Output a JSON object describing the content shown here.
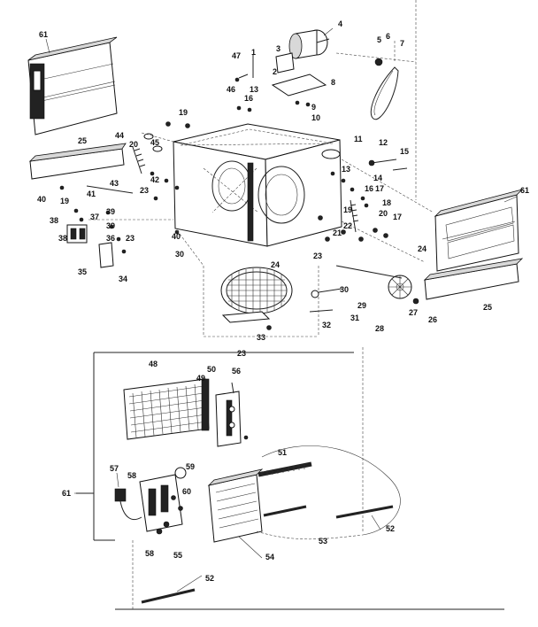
{
  "labels": [
    "61",
    "47",
    "1",
    "3",
    "4",
    "5",
    "6",
    "7",
    "2",
    "8",
    "46",
    "13",
    "16",
    "9",
    "10",
    "19",
    "44",
    "45",
    "20",
    "11",
    "12",
    "13",
    "14",
    "15",
    "25",
    "40",
    "43",
    "42",
    "23",
    "41",
    "16",
    "17",
    "18",
    "19",
    "20",
    "17",
    "61",
    "38",
    "19",
    "37",
    "39",
    "39",
    "38",
    "36",
    "23",
    "40",
    "30",
    "21",
    "22",
    "23",
    "24",
    "24",
    "35",
    "34",
    "30",
    "29",
    "27",
    "26",
    "25",
    "32",
    "31",
    "28",
    "33",
    "23",
    "48",
    "50",
    "56",
    "49",
    "51",
    "57",
    "58",
    "59",
    "60",
    "61",
    "58",
    "55",
    "54",
    "53",
    "52",
    "52"
  ],
  "colors": {
    "ink": "#111111",
    "paper": "#ffffff"
  }
}
